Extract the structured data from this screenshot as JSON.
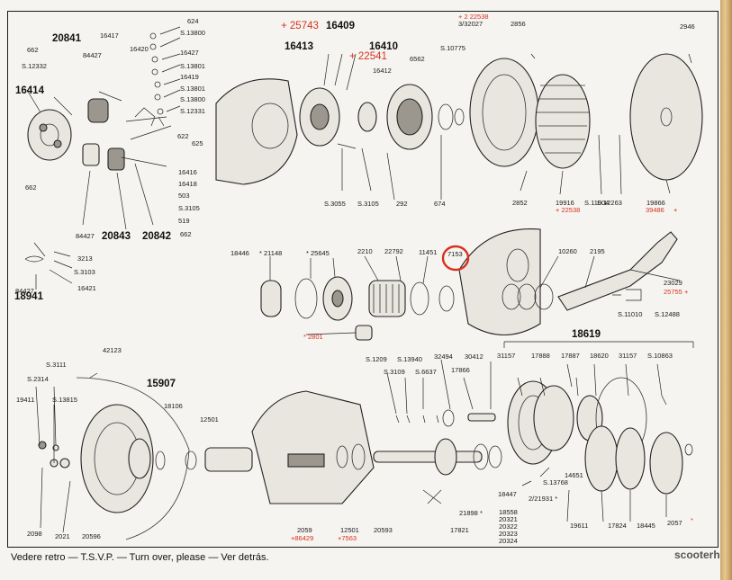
{
  "footer": {
    "text": "Vedere retro — T.S.V.P. — Turn over, please — Ver detrás."
  },
  "watermark": {
    "text": "scooterh"
  },
  "highlight": {
    "part": "7153",
    "color": "#d7311f"
  },
  "groups": {
    "g16414": "16414",
    "g20841": "20841",
    "g20843": "20843",
    "g20842": "20842",
    "g18941": "18941",
    "g16413": "16413",
    "g16410": "16410",
    "g16409": "16409",
    "g15907": "15907",
    "g18619": "18619"
  },
  "red_labels": {
    "r2574": "+ 25743",
    "r22541": "+ 22541",
    "r22538a": "+ 2 22538",
    "r22538b": "+ 22538",
    "r39486": "39486",
    "r25755": "25755 +",
    "r2801": "* 2801",
    "r86429": "+86429",
    "r7563": "+7563",
    "plus": "+",
    "star": "*"
  },
  "labels": {
    "l624": "624",
    "l13800a": "S.13800",
    "l16427": "16427",
    "l13801a": "S.13801",
    "l16419": "16419",
    "l13801b": "S.13801",
    "l13800b": "S.13800",
    "l12331": "S.12331",
    "l16417": "16417",
    "l16420": "16420",
    "l662a": "662",
    "l84427a": "84427",
    "l12332": "S.12332",
    "l622": "622",
    "l625": "625",
    "l16416": "16416",
    "l16418": "16418",
    "l503": "503",
    "l3105a": "S.3105",
    "l519": "519",
    "l662b": "662",
    "l662c": "662",
    "l84427b": "84427",
    "l3213": "3213",
    "l3103": "S.3103",
    "l16421": "16421",
    "l84427c": "84427",
    "l16412": "16412",
    "l6562": "6562",
    "l10775": "S.10775",
    "l3027": "3/32027",
    "l2856": "2856",
    "l2946": "2946",
    "l3055": "S.3055",
    "l3105b": "S.3105",
    "l292": "292",
    "l674": "674",
    "l2852": "2852",
    "l19916": "19916",
    "l11004": "S.11004",
    "l12263": "S.12263",
    "l19866": "19866",
    "l18446": "18446",
    "l21148": "* 21148",
    "l25645": "* 25645",
    "l2210": "2210",
    "l22792": "22792",
    "l11451": "11451",
    "l7153": "7153",
    "l10260": "10260",
    "l2195": "2195",
    "l23029": "23029",
    "l11010": "S.11010",
    "l12488": "S.12488",
    "l1209": "S.1209",
    "l13940": "S.13940",
    "l32494": "32494",
    "l30412": "30412",
    "l3109": "S.3109",
    "l6637": "S.6637",
    "l17866": "17866",
    "l31157a": "31157",
    "l17888": "17888",
    "l17887": "17887",
    "l18620": "18620",
    "l31157b": "31157",
    "l10863": "S.10863",
    "l42123": "42123",
    "l3111": "S.3111",
    "l2314": "S.2314",
    "l13815": "S.13815",
    "l19411": "19411",
    "l18106": "18106",
    "l12501a": "12501",
    "l2098": "2098",
    "l2021": "2021",
    "l20596": "20596",
    "l2059": "2059",
    "l12501b": "12501",
    "l20593": "20593",
    "l17821": "17821",
    "l21898": "21898 *",
    "l18447": "18447",
    "l21931": "2/21931 *",
    "l13768": "S.13768",
    "l14651": "14651",
    "l18558": "18558",
    "l20321": "20321",
    "l20322": "20322",
    "l20323": "20323",
    "l20324": "20324",
    "l19611": "19611",
    "l17824": "17824",
    "l18445": "18445",
    "l2057": "2057"
  }
}
